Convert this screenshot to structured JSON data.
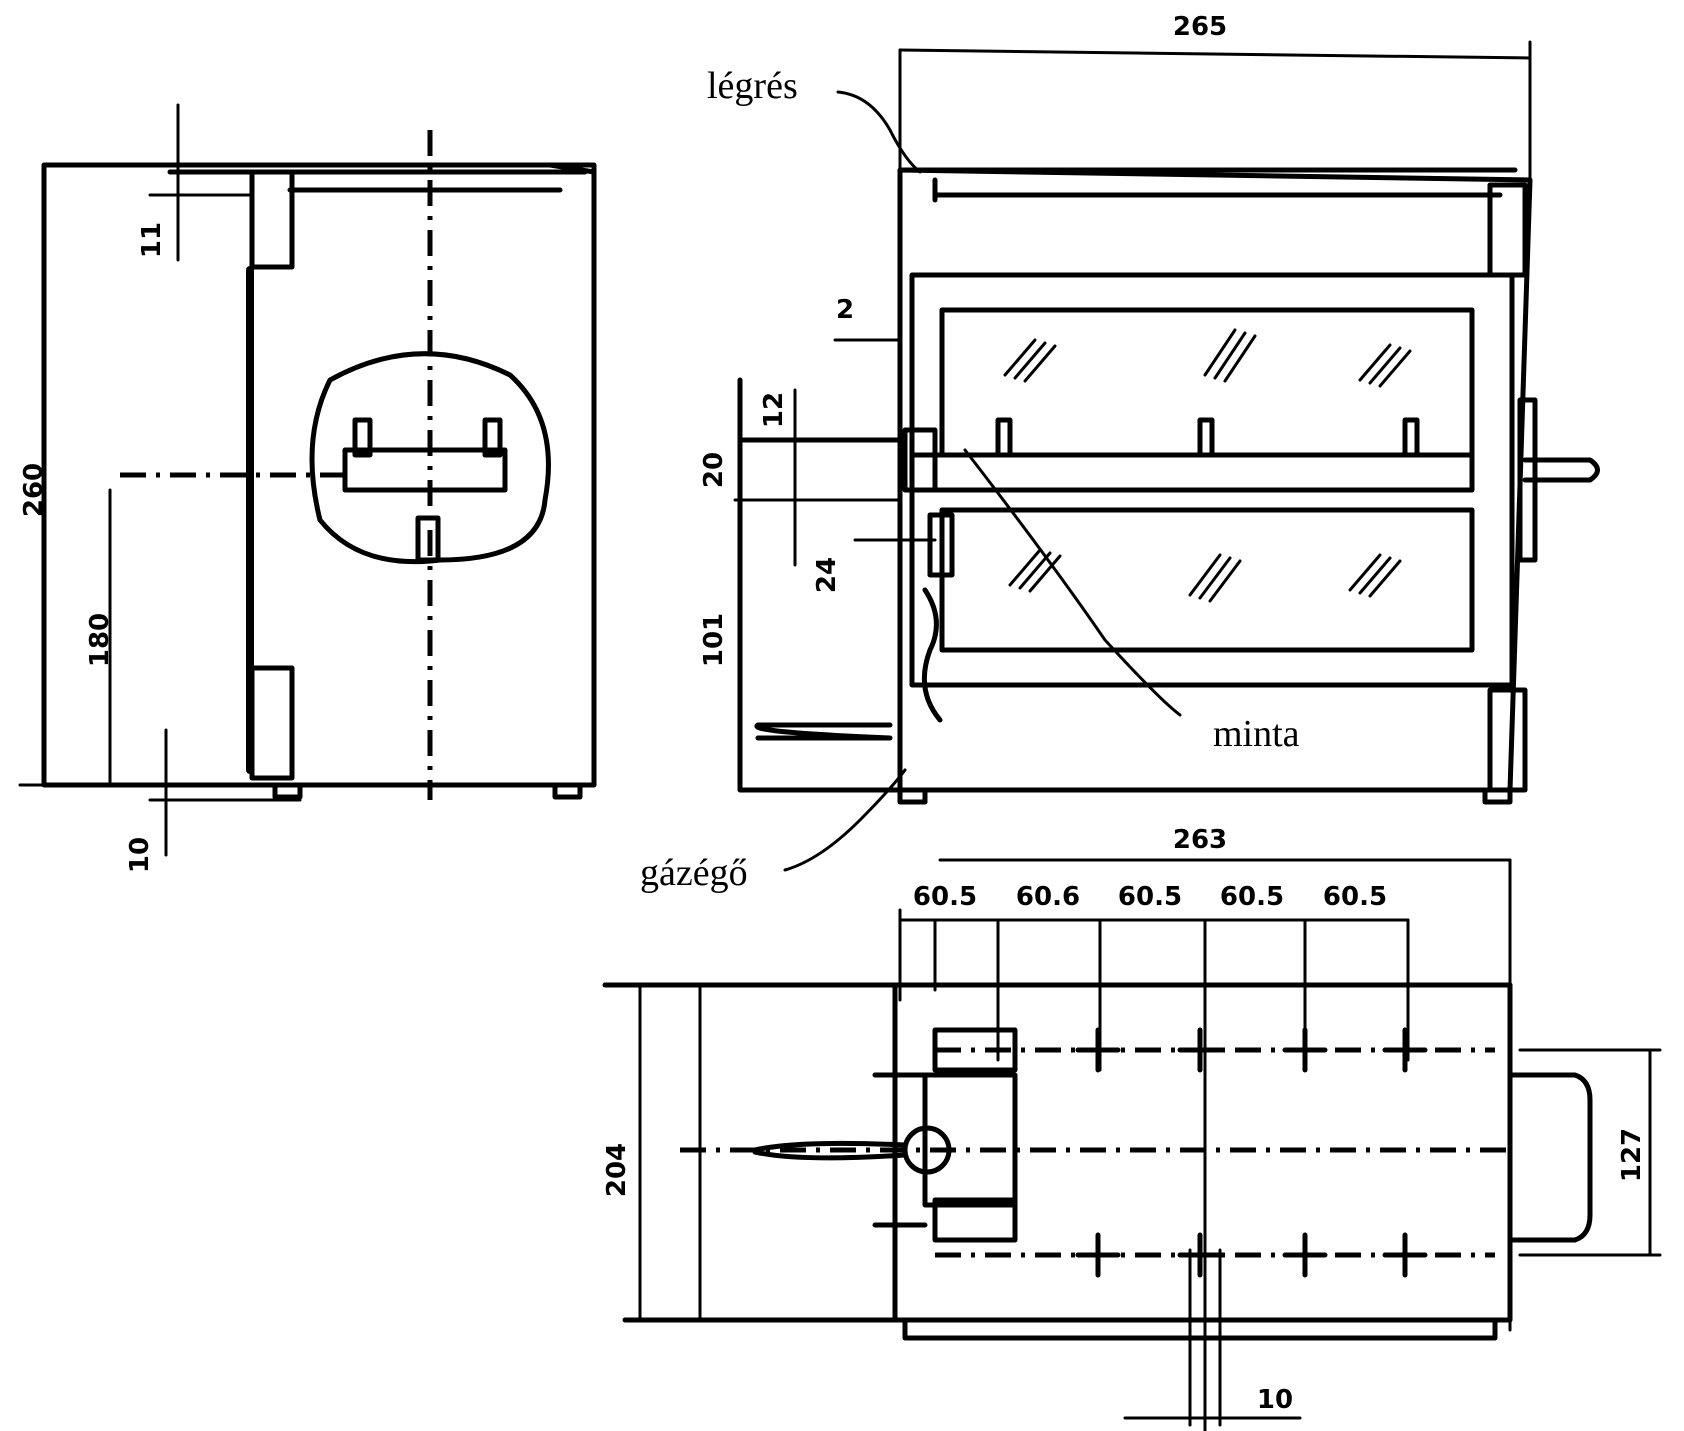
{
  "labels": {
    "air_gap": "légrés",
    "sample": "minta",
    "gas_burner": "gázégő"
  },
  "dimensions": {
    "front_h_total": "260",
    "front_h_center": "180",
    "front_top": "11",
    "front_bottom": "10",
    "side_width_top": "265",
    "side_top_gap": "2",
    "side_12": "12",
    "side_20": "20",
    "side_24": "24",
    "side_101": "101",
    "plan_width": "263",
    "pitch_1": "60.5",
    "pitch_2": "60.6",
    "pitch_3": "60.5",
    "pitch_4": "60.5",
    "pitch_5": "60.5",
    "plan_depth": "204",
    "plan_handle": "127",
    "plan_10": "10"
  }
}
